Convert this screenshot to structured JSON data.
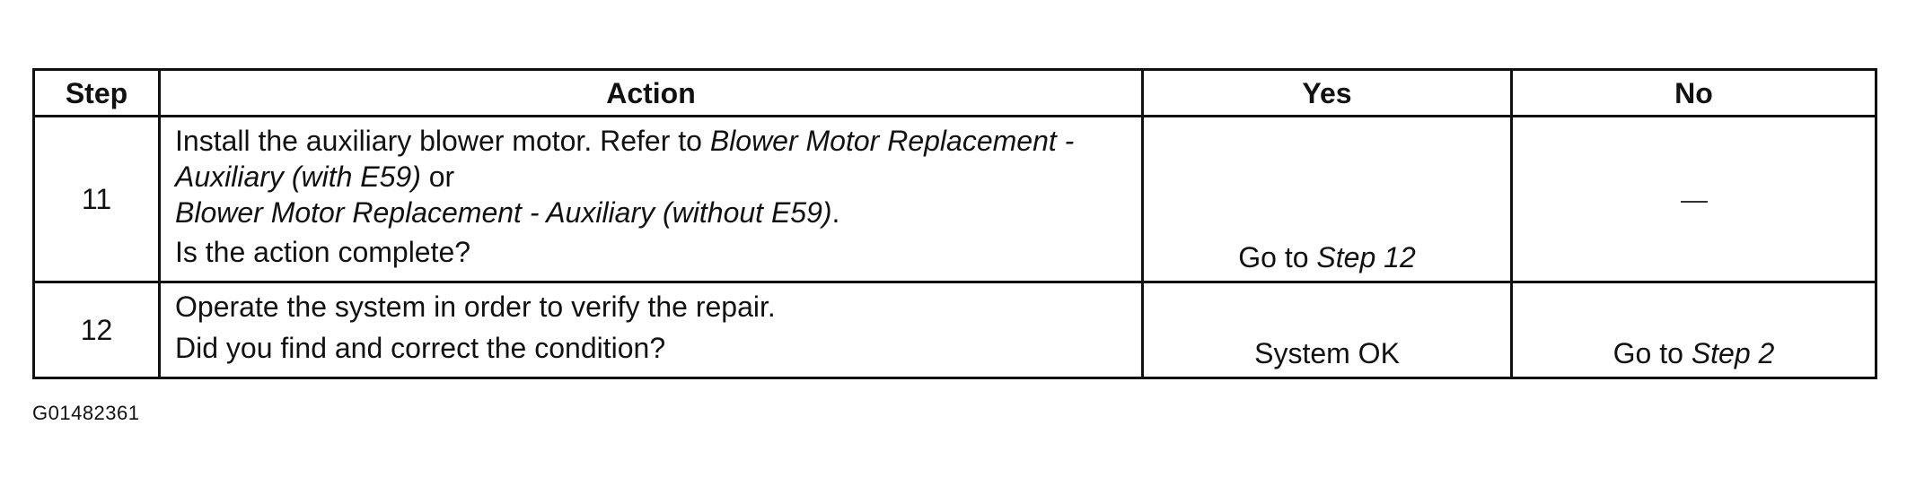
{
  "table": {
    "headers": {
      "step": "Step",
      "action": "Action",
      "yes": "Yes",
      "no": "No"
    },
    "rows": [
      {
        "step": "11",
        "action": {
          "part1": "Install the auxiliary blower motor. Refer to ",
          "ref1": "Blower Motor Replacement - Auxiliary (with E59)",
          "part2": " or ",
          "ref2": "Blower Motor Replacement - Auxiliary (without E59)",
          "part3": ".",
          "question": "Is the action complete?"
        },
        "yes": {
          "prefix": "Go to ",
          "ref": "Step 12"
        },
        "no": {
          "dash": "—"
        }
      },
      {
        "step": "12",
        "action": {
          "part1": "Operate the system in order to verify the repair.",
          "question": "Did you find and correct the condition?"
        },
        "yes": {
          "text": "System OK"
        },
        "no": {
          "prefix": "Go to ",
          "ref": "Step 2"
        }
      }
    ]
  },
  "figure_id": "G01482361"
}
